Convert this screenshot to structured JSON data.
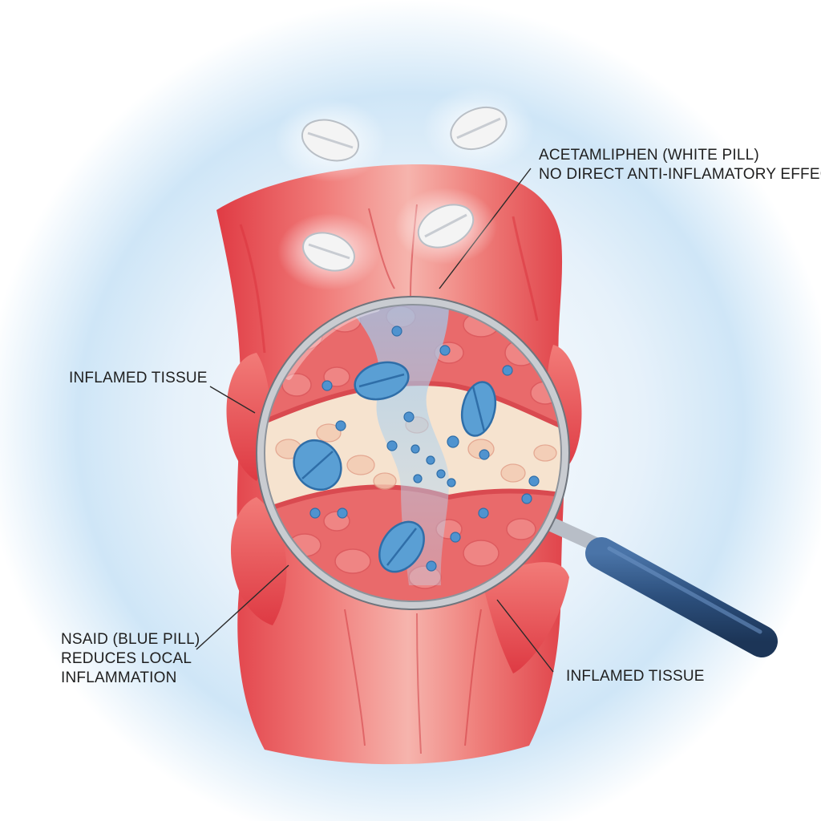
{
  "labels": {
    "acetaminophen": {
      "line1": "ACETAMLIPHEN (WHITE PILL)",
      "line2": "NO DIRECT ANTI-INFLAMATORY EFFECT"
    },
    "inflamed_left": "INFLAMED TISSUE",
    "nsaid": {
      "line1": "NSAID (BLUE PILL)",
      "line2": "REDUCES LOCAL",
      "line3": "INFLAMMATION"
    },
    "inflamed_right": "INFLAMED TISSUE"
  },
  "colors": {
    "background_glow": "#cfe6f7",
    "tissue_red": "#e8484f",
    "tissue_light": "#f3a29c",
    "cell_cream": "#f6e3cf",
    "blue_pill": "#5a9fd4",
    "white_pill": "#f4f4f4",
    "magnifier_handle": "#2c4f7c",
    "ring_gray": "#c9ccd1"
  },
  "icons": {
    "white_pill": "white-pill-icon",
    "blue_pill": "blue-pill-icon",
    "magnifier": "magnifying-glass-icon"
  }
}
